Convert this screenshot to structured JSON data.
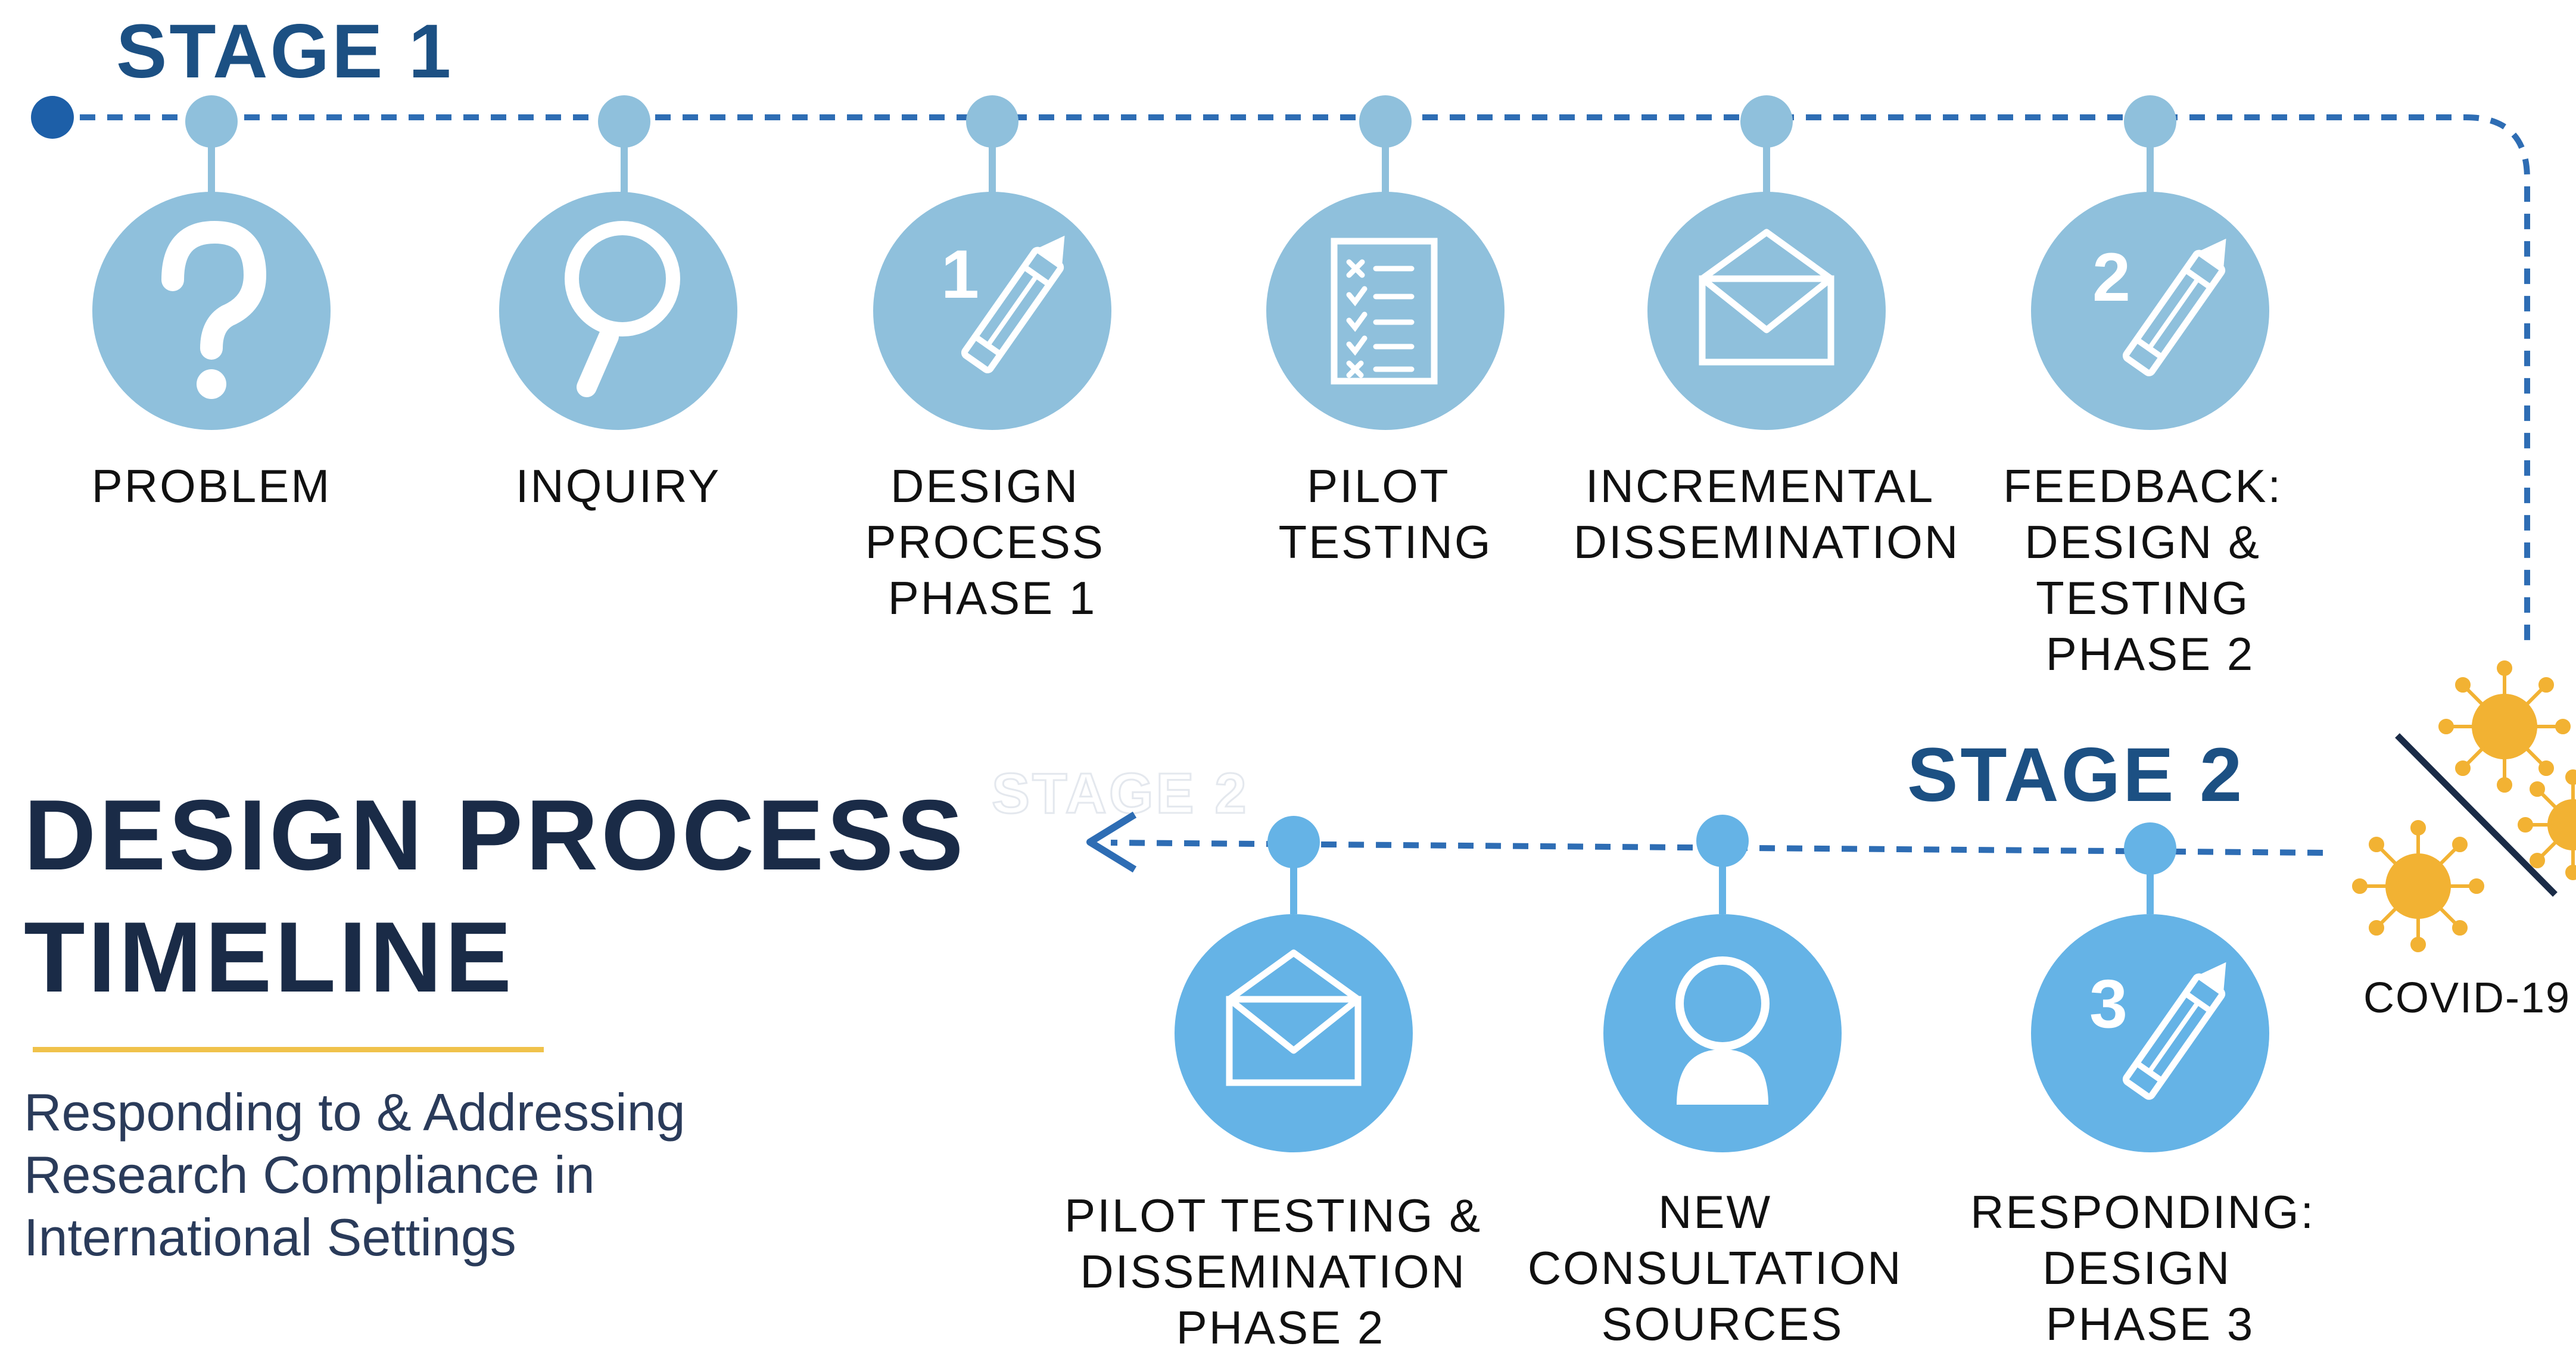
{
  "title": {
    "line1": "DESIGN PROCESS",
    "line2": "TIMELINE"
  },
  "subtitle": {
    "line1": "Responding to & Addressing",
    "line2": "Research Compliance in",
    "line3": "International Settings"
  },
  "stage1": {
    "label": "STAGE 1",
    "steps": [
      {
        "icon": "question-mark-icon",
        "lines": [
          "PROBLEM"
        ]
      },
      {
        "icon": "magnifying-glass-icon",
        "lines": [
          "INQUIRY"
        ]
      },
      {
        "icon": "pencil-icon",
        "number": "1",
        "lines": [
          "DESIGN",
          "PROCESS",
          "PHASE 1"
        ]
      },
      {
        "icon": "checklist-icon",
        "lines": [
          "PILOT",
          "TESTING"
        ]
      },
      {
        "icon": "envelope-icon",
        "lines": [
          "INCREMENTAL",
          "DISSEMINATION"
        ]
      },
      {
        "icon": "pencil-icon",
        "number": "2",
        "lines": [
          "FEEDBACK:",
          "DESIGN &",
          "TESTING",
          "PHASE 2"
        ]
      }
    ]
  },
  "stage2": {
    "label": "STAGE 2",
    "faded_label": "STAGE 2",
    "steps": [
      {
        "icon": "envelope-icon",
        "lines": [
          "PILOT TESTING &",
          "DISSEMINATION",
          "PHASE 2"
        ]
      },
      {
        "icon": "person-icon",
        "lines": [
          "NEW",
          "CONSULTATION",
          "SOURCES"
        ]
      },
      {
        "icon": "pencil-icon",
        "number": "3",
        "lines": [
          "RESPONDING:",
          "DESIGN",
          "PHASE 3"
        ]
      }
    ]
  },
  "covid": {
    "label": "COVID-19",
    "icon": "virus-icon"
  },
  "colors": {
    "navy": "#1a2b47",
    "stage_blue": "#1c5083",
    "dashed_line": "#2e6db4",
    "stage1_circle": "#8fc0dc",
    "stage2_circle": "#65b3e6",
    "underline": "#f0c24b",
    "virus": "#f2b233"
  }
}
